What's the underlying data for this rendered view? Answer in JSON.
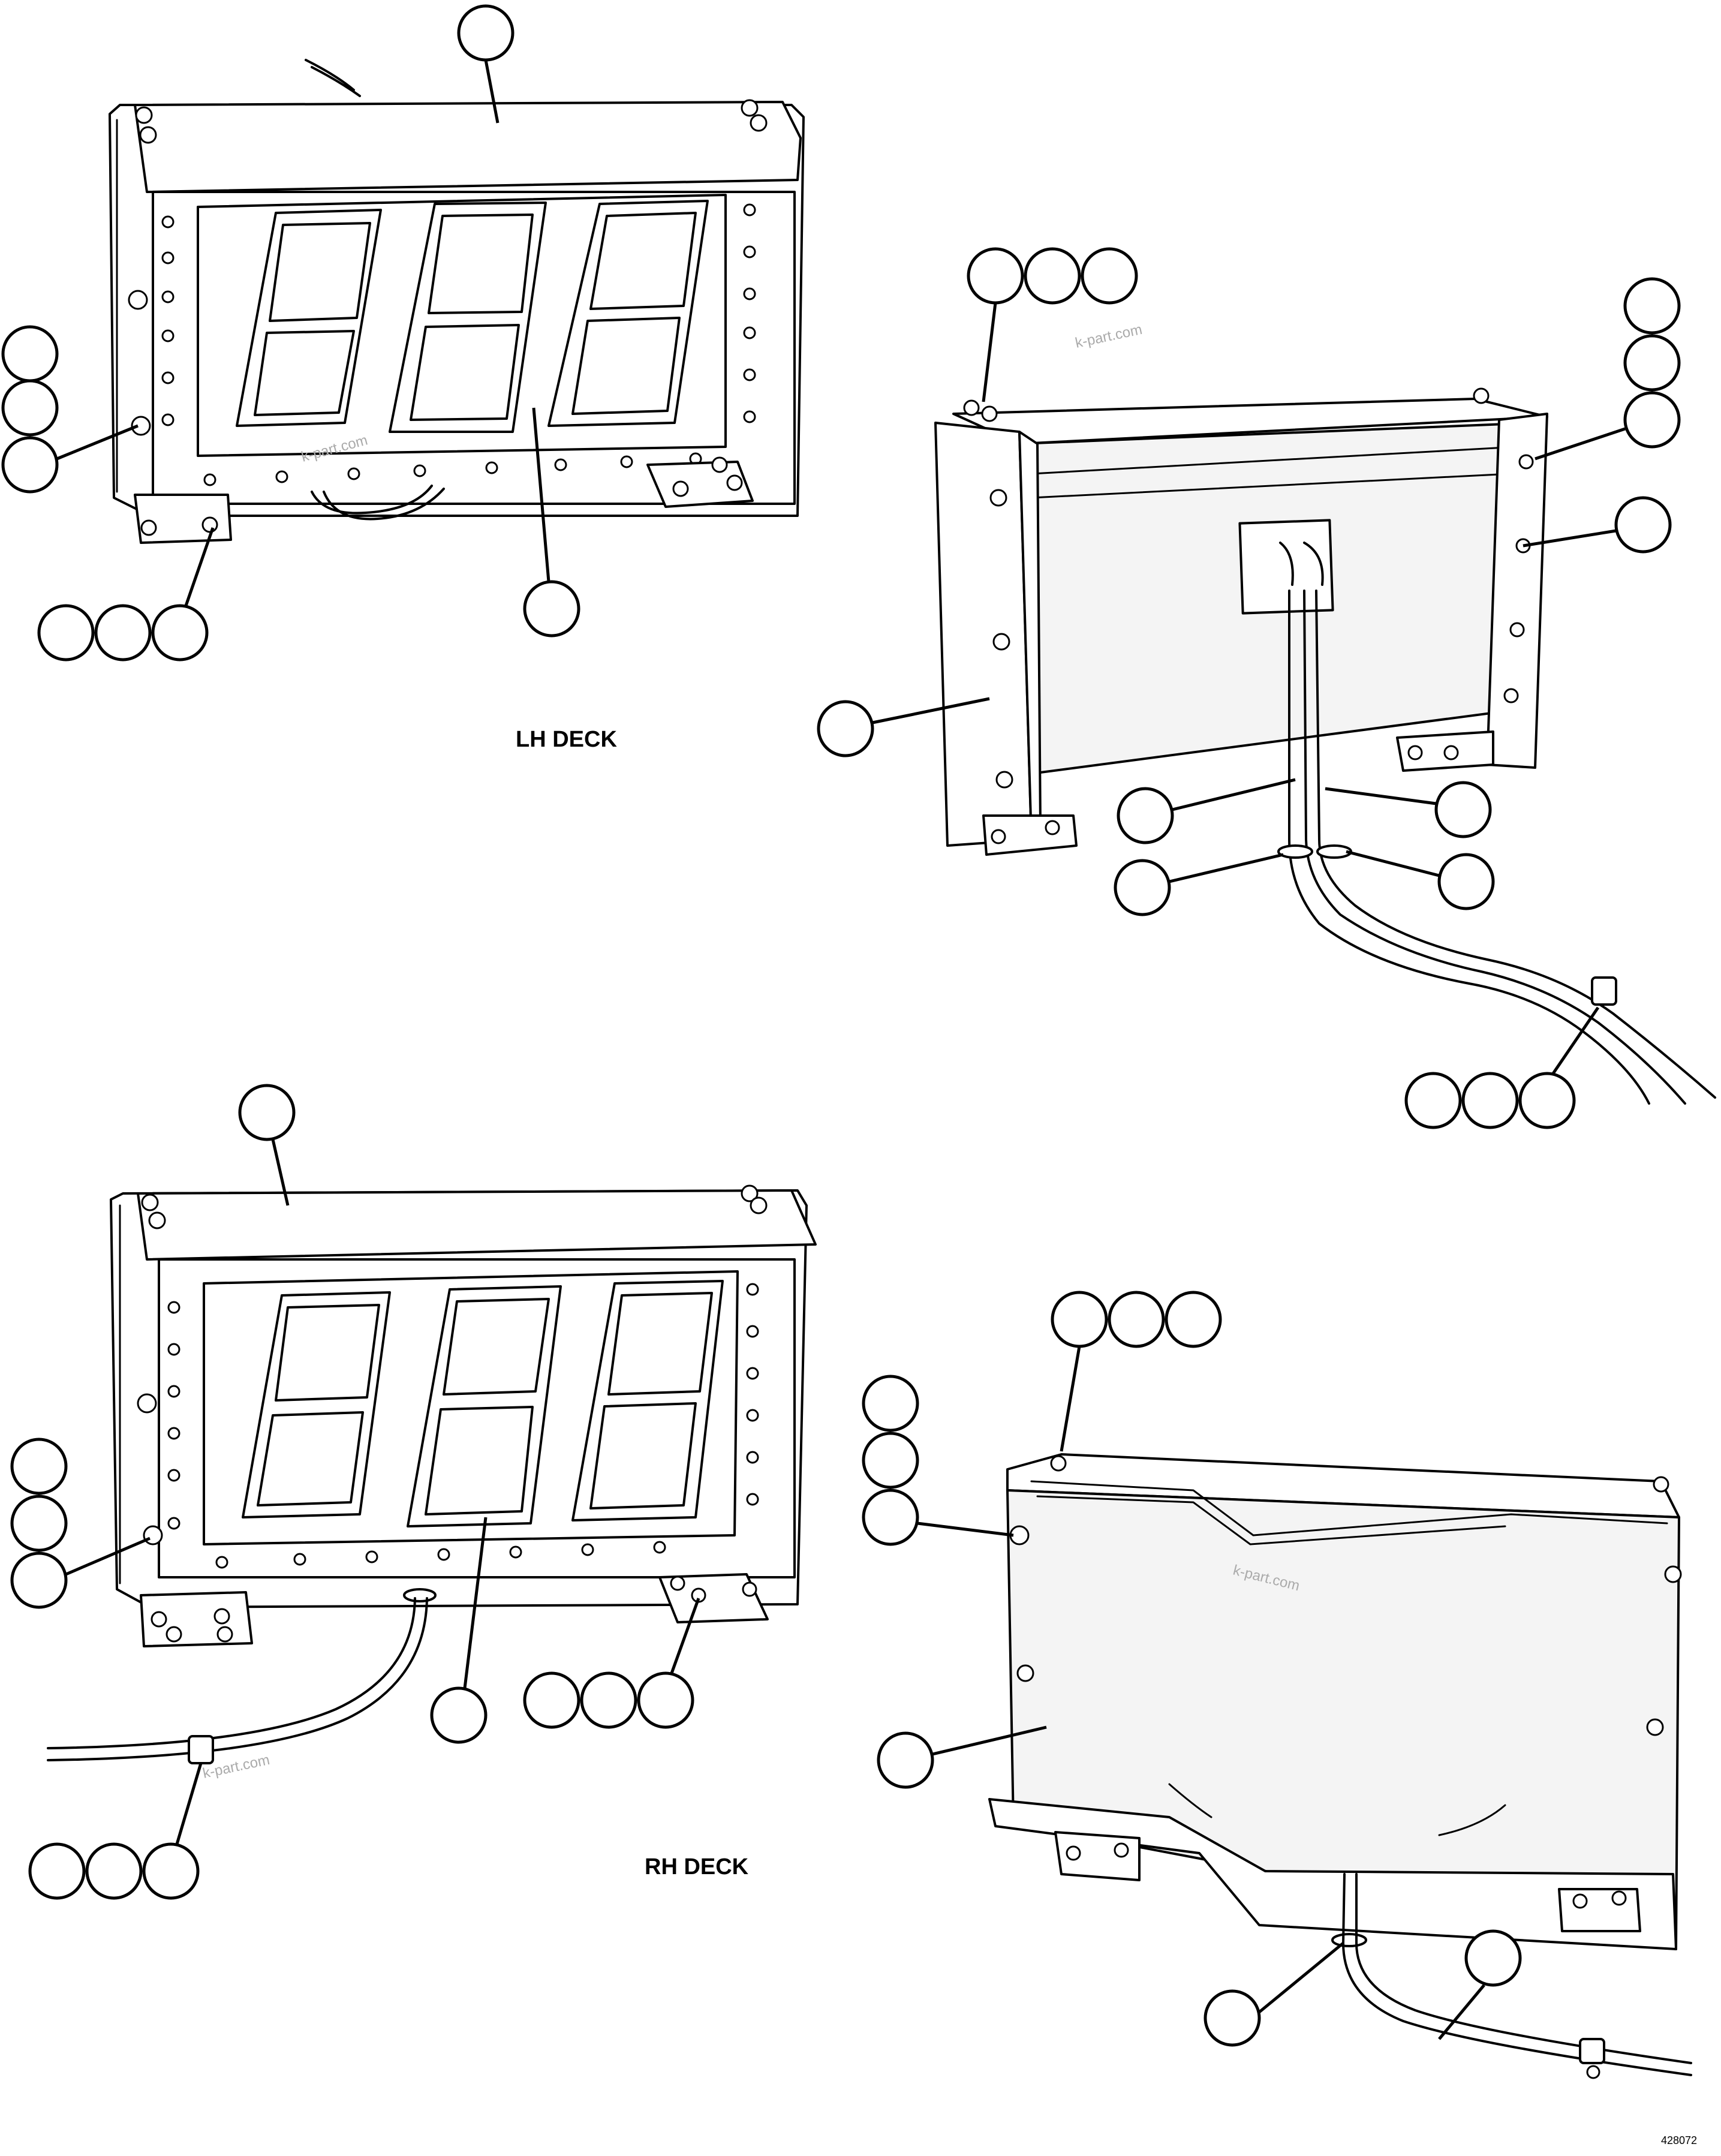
{
  "labels": {
    "lh_deck": "LH DECK",
    "rh_deck": "RH DECK"
  },
  "watermark": "k-part.com",
  "drawing_number": "428072",
  "colors": {
    "line": "#000000",
    "paper": "#ffffff",
    "watermark": "#aaaaaa"
  }
}
